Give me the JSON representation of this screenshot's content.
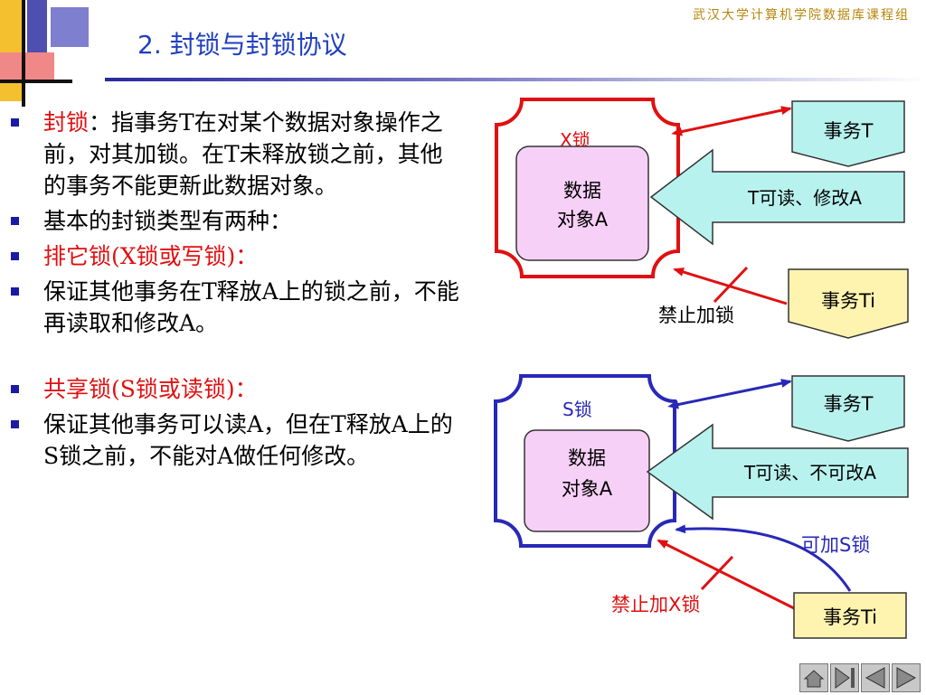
{
  "header": {
    "course": "武汉大学计算机学院数据库课程组",
    "title": "2. 封锁与封锁协议"
  },
  "bullets": [
    {
      "term": "封锁",
      "text": "：指事务T在对某个数据对象操作之前，对其加锁。在T未释放锁之前，其他的事务不能更新此数据对象。"
    },
    {
      "text": "基本的封锁类型有两种："
    },
    {
      "highlight": "排它锁(X锁或写锁)："
    },
    {
      "text": "保证其他事务在T释放A上的锁之前，不能再读取和修改A。"
    },
    {
      "highlight": "共享锁(S锁或读锁)："
    },
    {
      "text": "保证其他事务可以读A，但在T释放A上的S锁之前，不能对A做任何修改。"
    }
  ],
  "diagram_x": {
    "lock_label": "X锁",
    "data_line1": "数据",
    "data_line2": "对象A",
    "tx_t": "事务T",
    "arrow_text": "T可读、修改A",
    "tx_ti": "事务Ti",
    "deny_label": "禁止加锁"
  },
  "diagram_s": {
    "lock_label": "S锁",
    "data_line1": "数据",
    "data_line2": "对象A",
    "tx_t": "事务T",
    "arrow_text": "T可读、不可改A",
    "tx_ti": "事务Ti",
    "allow_label": "可加S锁",
    "deny_label": "禁止加X锁"
  },
  "colors": {
    "title": "#1f3fbf",
    "red": "#e01010",
    "blue": "#2828b8",
    "data_fill": "#f7d0f7",
    "tx_fill": "#b8f2ee",
    "ti_fill": "#fff3b0",
    "arrow_fill": "#b8f2ee"
  },
  "nav": {
    "icons": [
      "home-icon",
      "last-page-icon",
      "previous-icon",
      "next-icon"
    ]
  }
}
